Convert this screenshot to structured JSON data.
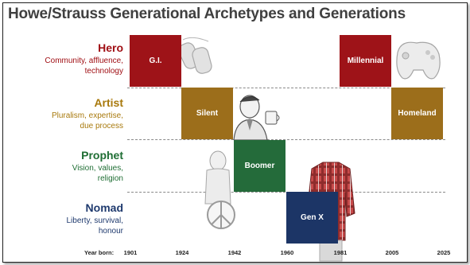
{
  "title": "Howe/Strauss Generational Archetypes and Generations",
  "archetypes": [
    {
      "name": "Hero",
      "desc": [
        "Community, affluence,",
        "technology"
      ],
      "color": "#a00f14"
    },
    {
      "name": "Artist",
      "desc": [
        "Pluralism, expertise,",
        "due process"
      ],
      "color": "#a8790c"
    },
    {
      "name": "Prophet",
      "desc": [
        "Vision, values,",
        "religion"
      ],
      "color": "#1f6e34"
    },
    {
      "name": "Nomad",
      "desc": [
        "Liberty, survival,",
        "honour"
      ],
      "color": "#1f3a6e"
    }
  ],
  "generations": [
    {
      "label": "G.I.",
      "start": 1901,
      "end": 1924,
      "archetype": "Hero",
      "color": "#9e1318"
    },
    {
      "label": "Silent",
      "start": 1924,
      "end": 1942,
      "archetype": "Artist",
      "color": "#9c6e1b"
    },
    {
      "label": "Boomer",
      "start": 1942,
      "end": 1960,
      "archetype": "Prophet",
      "color": "#246b3a"
    },
    {
      "label": "Gen X",
      "start": 1960,
      "end": 1981,
      "archetype": "Nomad",
      "color": "#1c3566"
    },
    {
      "label": "Millennial",
      "start": 1981,
      "end": 2005,
      "archetype": "Hero",
      "color": "#9e1318"
    },
    {
      "label": "Homeland",
      "start": 2005,
      "end": 2025,
      "archetype": "Artist",
      "color": "#9c6e1b"
    }
  ],
  "axis": {
    "prefix": "Year born:",
    "ticks": [
      1901,
      1924,
      1942,
      1960,
      1981,
      2005,
      2025
    ]
  },
  "illustrations": [
    "dog-tags-icon",
    "game-controller-icon",
    "man-with-coffee-icon",
    "peace-sign-figure-icon",
    "plaid-shirt-icon"
  ]
}
